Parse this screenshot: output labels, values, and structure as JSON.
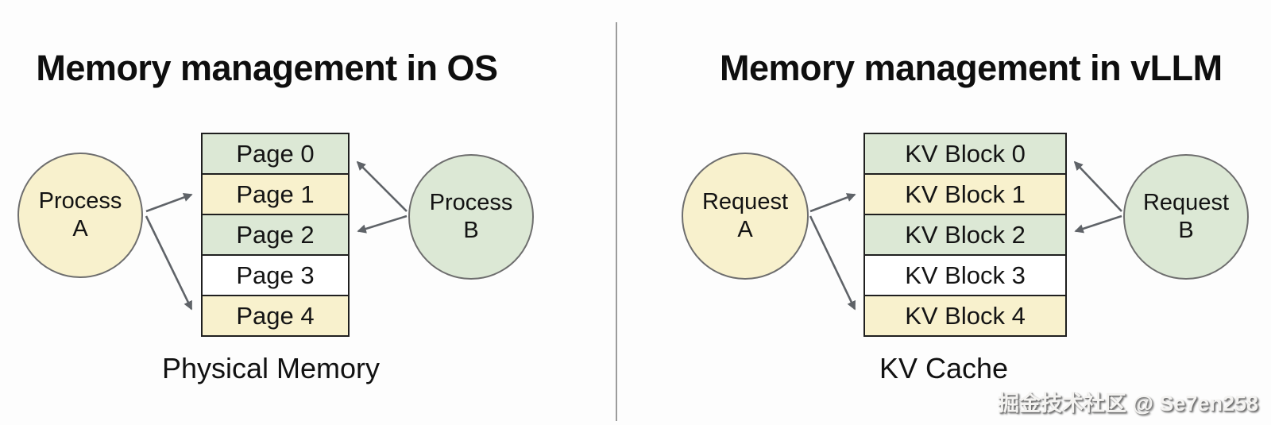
{
  "colors": {
    "green": "#dce8d5",
    "yellow": "#f8f1cd",
    "white": "#ffffff",
    "cell_border": "#1f1f1f",
    "circle_border": "#6e6e6e",
    "arrow": "#5f6368",
    "divider": "#9c9c9c",
    "title_text": "#0e0e0e"
  },
  "left_panel": {
    "title": "Memory management in OS",
    "process_a": {
      "line1": "Process",
      "line2": "A"
    },
    "process_b": {
      "line1": "Process",
      "line2": "B"
    },
    "blocks": [
      {
        "label": "Page 0",
        "fill": "green"
      },
      {
        "label": "Page 1",
        "fill": "yellow"
      },
      {
        "label": "Page 2",
        "fill": "green"
      },
      {
        "label": "Page 3",
        "fill": "white"
      },
      {
        "label": "Page 4",
        "fill": "yellow"
      }
    ],
    "caption": "Physical Memory"
  },
  "right_panel": {
    "title": "Memory management in vLLM",
    "request_a": {
      "line1": "Request",
      "line2": "A"
    },
    "request_b": {
      "line1": "Request",
      "line2": "B"
    },
    "blocks": [
      {
        "label": "KV Block 0",
        "fill": "green"
      },
      {
        "label": "KV Block 1",
        "fill": "yellow"
      },
      {
        "label": "KV Block 2",
        "fill": "green"
      },
      {
        "label": "KV Block 3",
        "fill": "white"
      },
      {
        "label": "KV Block 4",
        "fill": "yellow"
      }
    ],
    "caption": "KV Cache"
  },
  "watermark": "掘金技术社区 @ Se7en258"
}
